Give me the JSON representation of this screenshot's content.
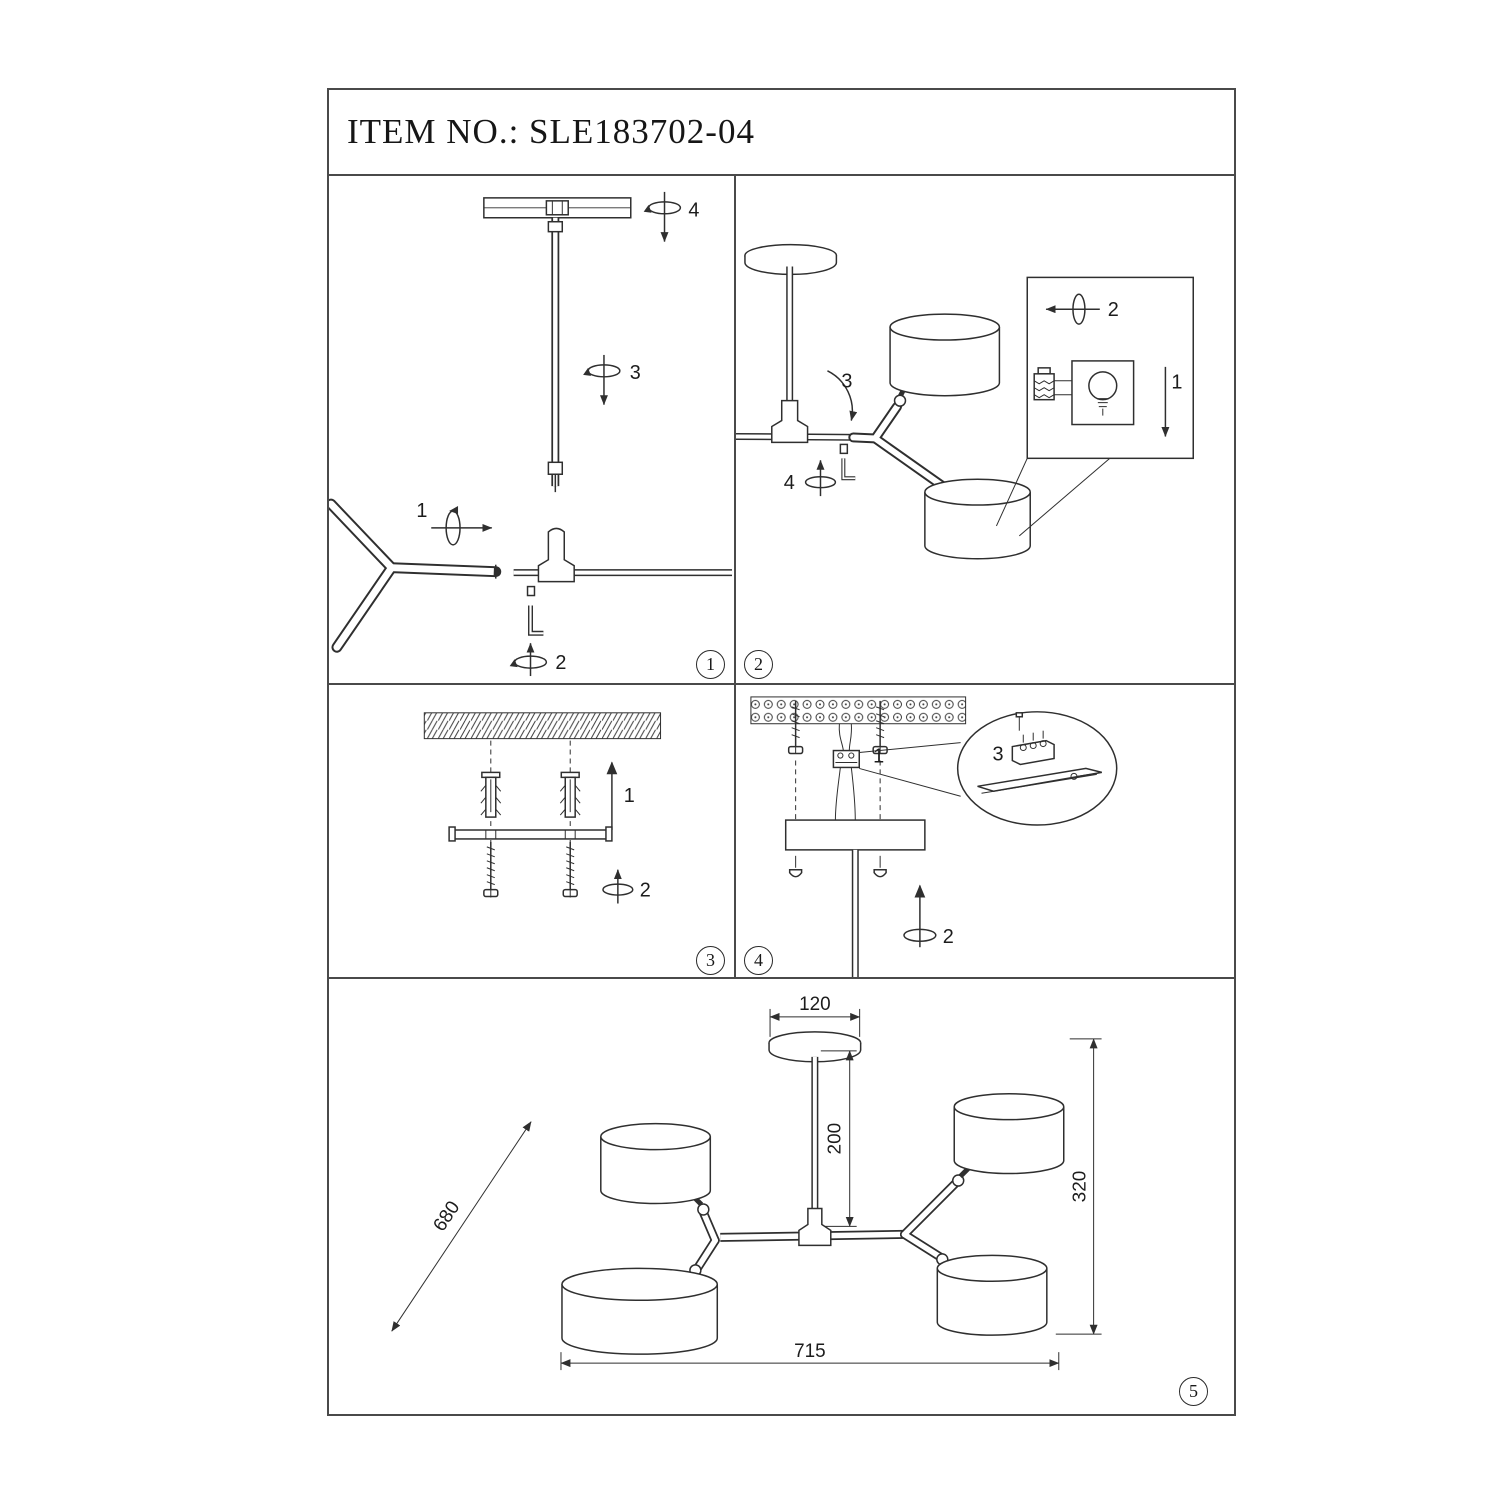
{
  "header": {
    "item_no": "ITEM NO.: SLE183702-04"
  },
  "steps": {
    "s1": {
      "badge": "1",
      "labels": {
        "l1": "1",
        "l2": "2",
        "l3": "3",
        "l4": "4"
      }
    },
    "s2": {
      "badge": "2",
      "labels": {
        "l1": "1",
        "l2": "2",
        "l3": "3",
        "l4": "4"
      }
    },
    "s3": {
      "badge": "3",
      "labels": {
        "l1": "1",
        "l2": "2"
      }
    },
    "s4": {
      "badge": "4",
      "labels": {
        "l1": "1",
        "l2": "2",
        "l3": "3"
      }
    },
    "s5": {
      "badge": "5",
      "dims": {
        "canopy_width": "120",
        "rod_length": "200",
        "total_height": "320",
        "diagonal": "680",
        "total_width": "715"
      }
    }
  }
}
